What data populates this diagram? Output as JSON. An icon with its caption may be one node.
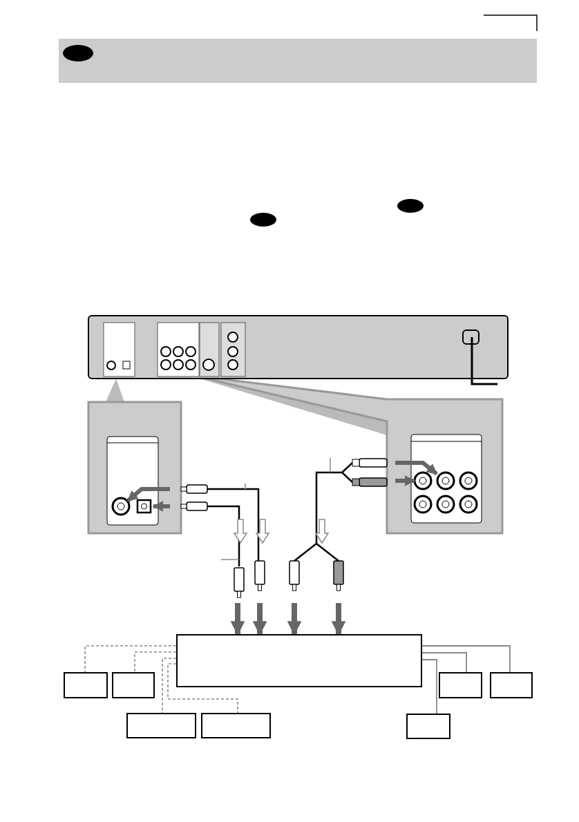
{
  "diagram": {
    "nodes": [
      {
        "text": [],
        "shape": "box"
      },
      {
        "text": [],
        "shape": "box"
      },
      {
        "text": [],
        "shape": "box"
      },
      {
        "text": [],
        "shape": "box"
      },
      {
        "text": [],
        "shape": "box"
      },
      {
        "text": [],
        "shape": "box"
      },
      {
        "text": [],
        "shape": "box"
      },
      {
        "text": [],
        "shape": "box"
      }
    ],
    "edges": [
      {
        "from": 0,
        "to": 1,
        "arrow": "none",
        "style": "dashed",
        "color": "#888888"
      },
      {
        "from": 0,
        "to": 2,
        "arrow": "none",
        "style": "dashed",
        "color": "#888888"
      },
      {
        "from": 0,
        "to": 3,
        "arrow": "none",
        "color": "#888888"
      },
      {
        "from": 0,
        "to": 4,
        "arrow": "none",
        "color": "#888888"
      },
      {
        "from": 0,
        "to": 5,
        "arrow": "none",
        "style": "dashed",
        "color": "#888888"
      },
      {
        "from": 0,
        "to": 6,
        "arrow": "none",
        "style": "dashed",
        "color": "#888888"
      },
      {
        "from": 0,
        "to": 7,
        "arrow": "none",
        "color": "#888888"
      },
      {
        "from": null,
        "to": 0,
        "arrow": "to",
        "style": "thick",
        "color": "#666666"
      },
      {
        "from": null,
        "to": 0,
        "arrow": "to",
        "style": "thick",
        "color": "#666666"
      },
      {
        "from": null,
        "to": 0,
        "arrow": "to",
        "style": "thick",
        "color": "#666666"
      },
      {
        "from": null,
        "to": 0,
        "arrow": "to",
        "style": "thick",
        "color": "#666666"
      }
    ]
  }
}
